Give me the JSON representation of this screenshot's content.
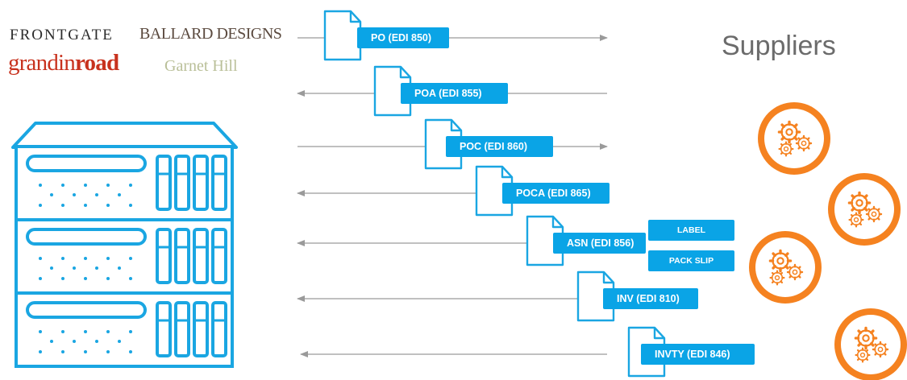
{
  "brands": {
    "frontgate": "FRONTGATE",
    "ballard": "BALLARD DESIGNS",
    "grandinroad": "grandinroad",
    "garnet_hill": "Garnet Hill"
  },
  "suppliers_title": "Suppliers",
  "messages": [
    {
      "label": "PO (EDI 850)",
      "direction": "to-suppliers"
    },
    {
      "label": "POA (EDI 855)",
      "direction": "to-retailer"
    },
    {
      "label": "POC (EDI 860)",
      "direction": "to-suppliers"
    },
    {
      "label": "POCA (EDI 865)",
      "direction": "to-retailer"
    },
    {
      "label": "ASN (EDI 856)",
      "direction": "to-retailer",
      "attachments": [
        "LABEL",
        "PACK SLIP"
      ]
    },
    {
      "label": "INV (EDI 810)",
      "direction": "to-retailer"
    },
    {
      "label": "INVTY (EDI 846)",
      "direction": "to-retailer"
    }
  ],
  "colors": {
    "accent": "#0aa4e6",
    "server": "#1aa6e2",
    "supplier": "#f58220",
    "arrow": "#9a9a9a"
  },
  "icons": {
    "server": "server-rack-icon",
    "document": "document-icon",
    "supplier": "gears-icon"
  }
}
